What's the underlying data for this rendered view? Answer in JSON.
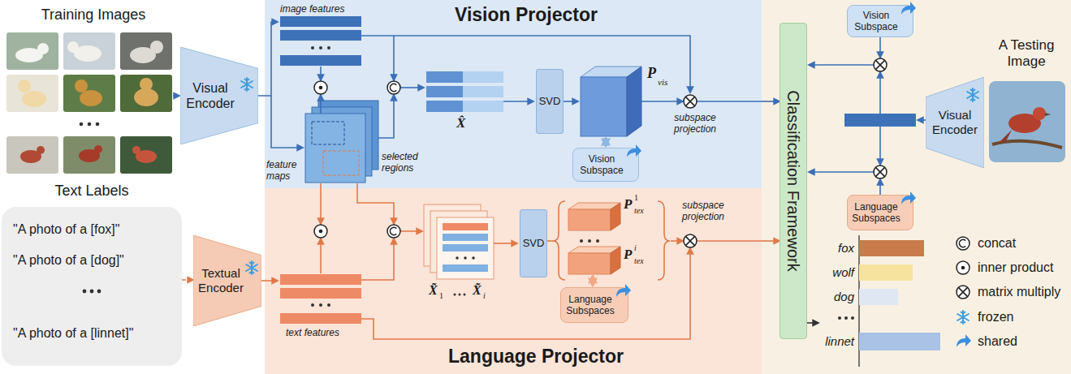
{
  "diagram": {
    "nodes": [
      {
        "text": [
          "Visual Encoder"
        ]
      },
      {
        "text": [
          "Vision Projector"
        ]
      },
      {
        "text": [
          "SVD"
        ],
        "in": 1
      },
      {
        "text": [
          "Vision Subspace"
        ],
        "in": 1
      },
      {
        "text": [
          "Text Labels",
          "\"A photo of a [fox]\"",
          "\"A photo of a [dog]\"",
          "\"A photo of a [linnet]\""
        ]
      },
      {
        "text": [
          "Textual Encoder"
        ]
      },
      {
        "text": [
          "Language Projector"
        ]
      },
      {
        "text": [
          "SVD"
        ],
        "in": 6
      },
      {
        "text": [
          "Language Subspaces"
        ],
        "in": 6
      },
      {
        "text": [
          "Classification Framework"
        ]
      },
      {
        "text": [
          "Vision Subspace"
        ]
      },
      {
        "text": [
          "Visual Encoder"
        ]
      },
      {
        "text": [
          "Language Subspaces"
        ]
      }
    ],
    "edges": [
      {
        "from": 4,
        "to": 5,
        "arrow": "to"
      },
      {
        "from": 1,
        "to": 9,
        "arrow": "to"
      },
      {
        "from": 6,
        "to": 9,
        "arrow": "to"
      }
    ],
    "labels": [
      "Training Images",
      "image features",
      "feature maps",
      "selected regions",
      "X̂",
      "P",
      "vis",
      "subspace projection",
      "text features",
      "X̃",
      "1",
      "X̃",
      "i",
      "P",
      "1",
      "tex",
      "P",
      "i",
      "tex",
      "subspace projection",
      "A Testing Image",
      "fox",
      "wolf",
      "dog",
      "linnet"
    ],
    "legend": [
      {
        "text": "concat"
      },
      {
        "text": "inner product"
      },
      {
        "text": "matrix multiply"
      },
      {
        "text": "frozen"
      },
      {
        "text": "shared"
      }
    ]
  }
}
